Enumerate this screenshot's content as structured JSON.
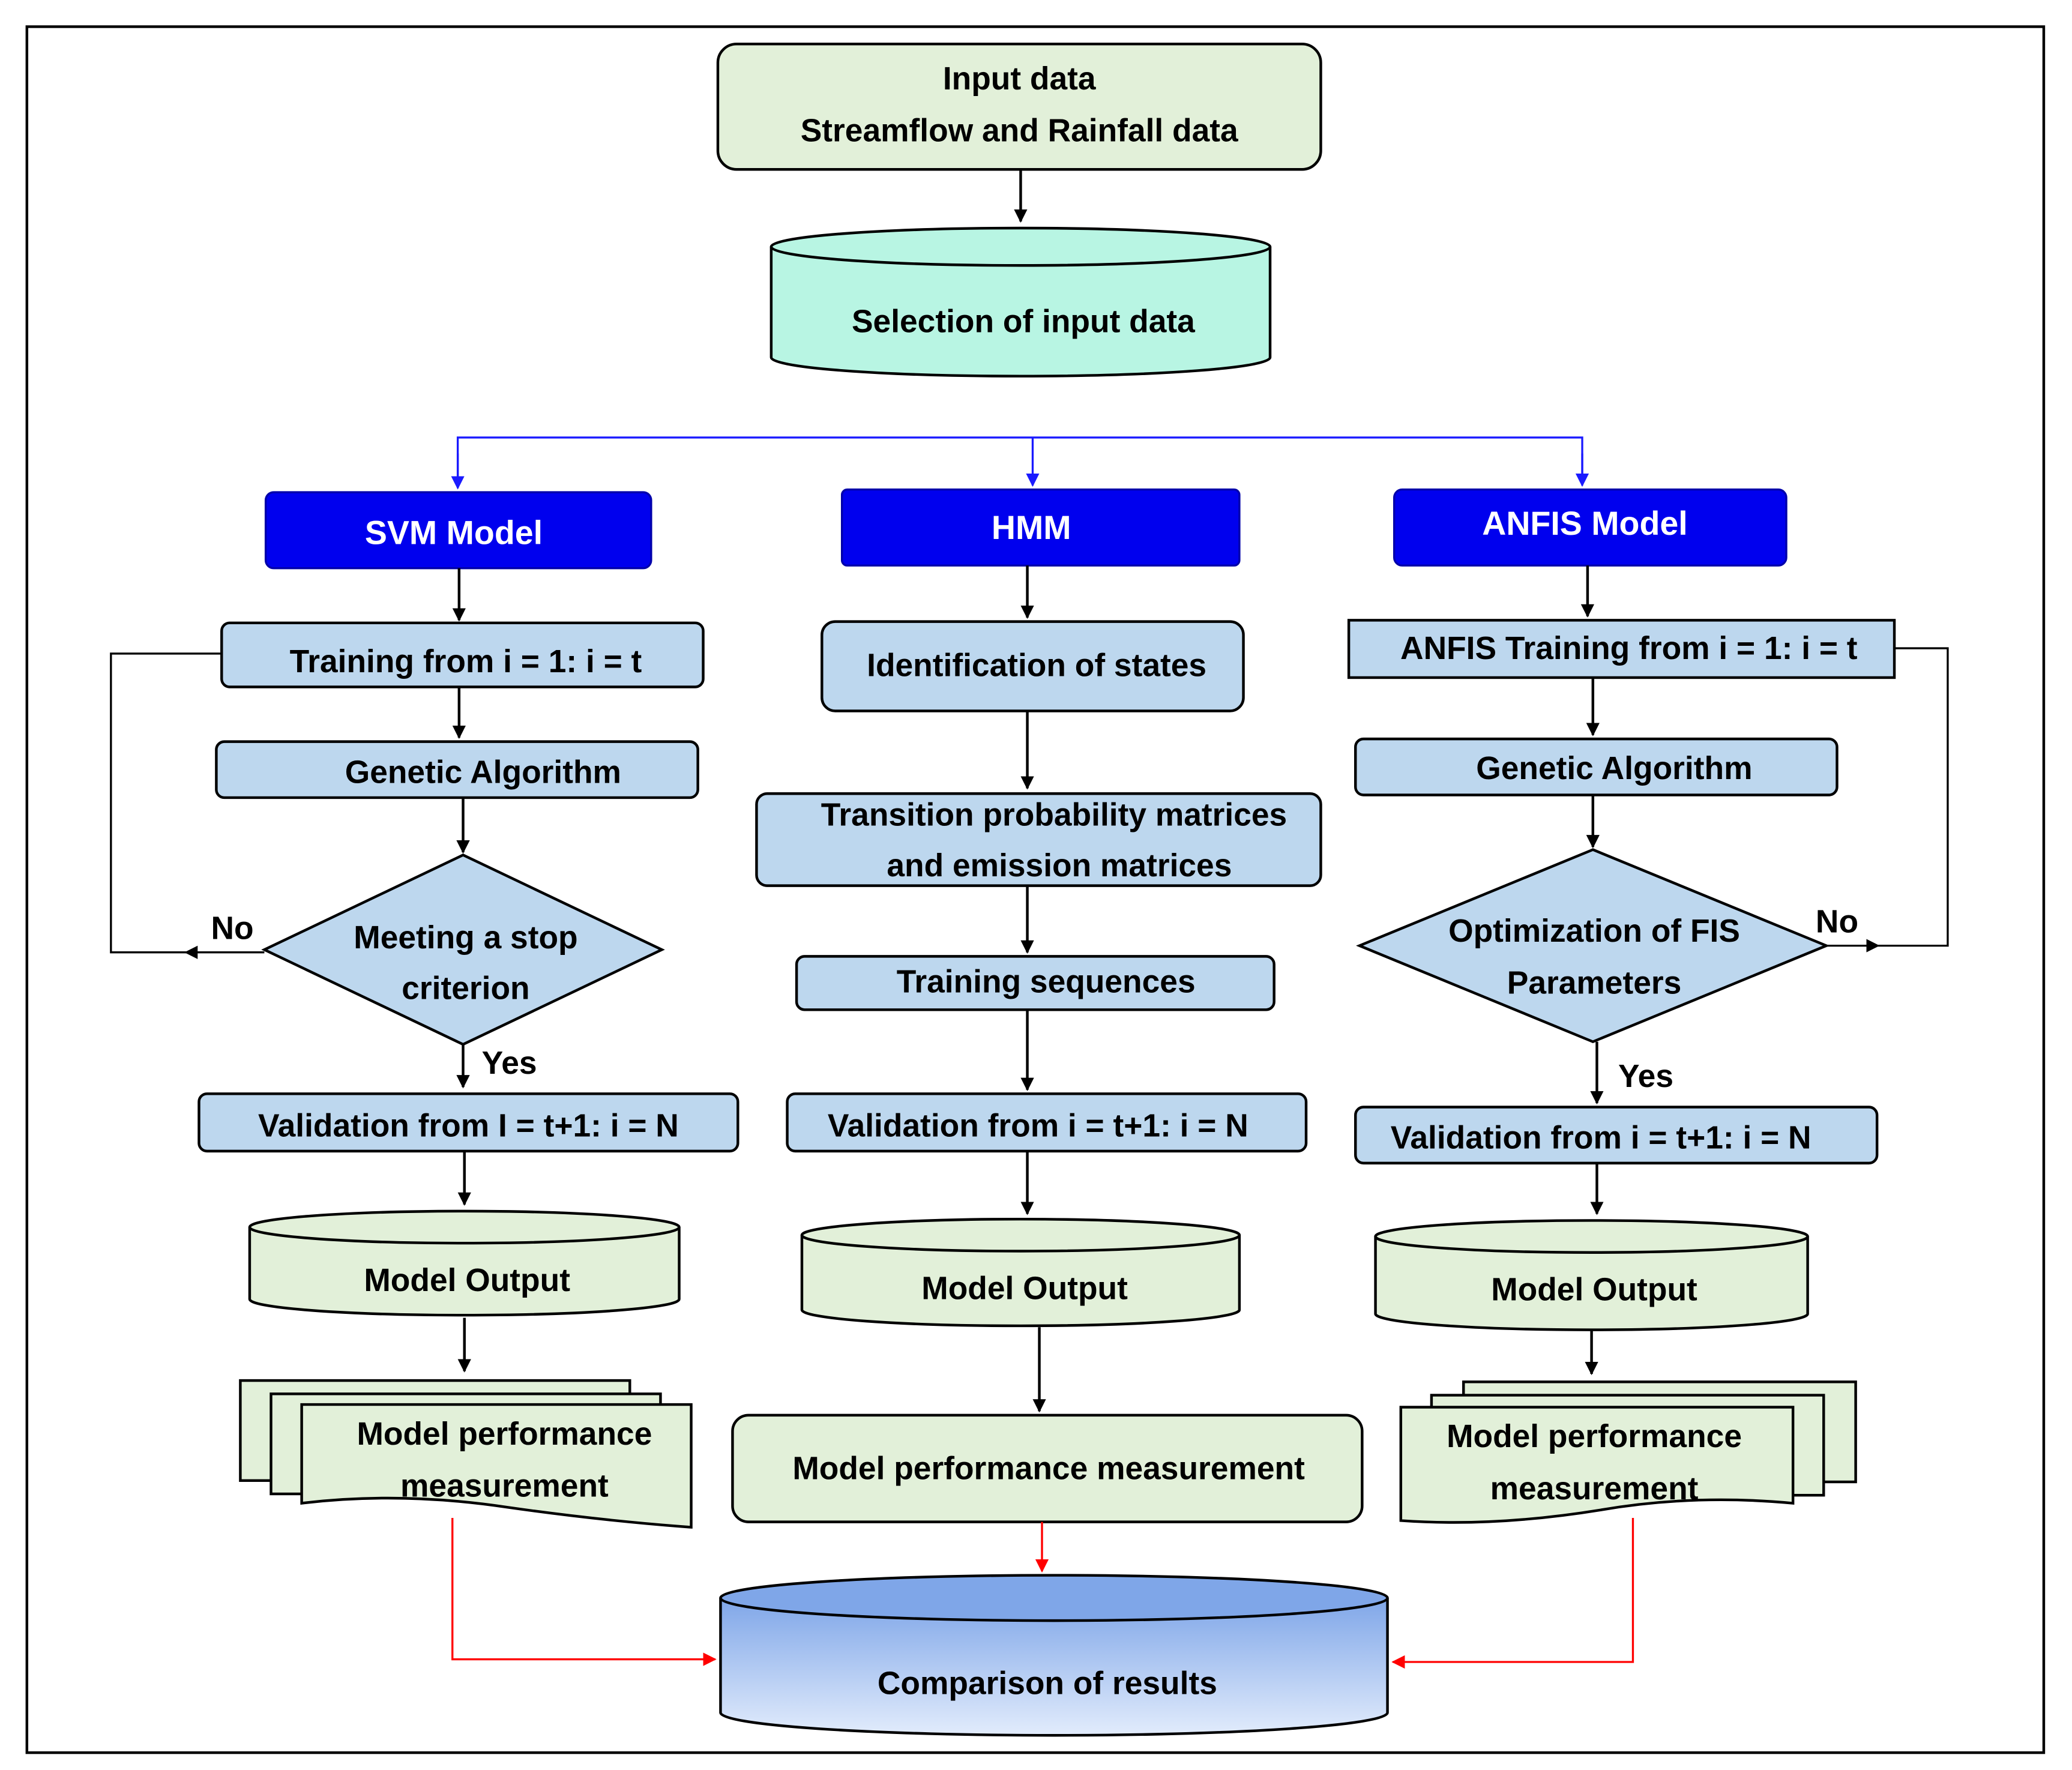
{
  "colors": {
    "light_green": "#e2f0d9",
    "teal": "#b8f5e3",
    "light_blue": "#bdd7ee",
    "header_blue": "#0000ee",
    "blue_line": "#1a1aff",
    "red_line": "#ff0000"
  },
  "input": {
    "line1": "Input data",
    "line2": "Streamflow and Rainfall data"
  },
  "selection": "Selection of input data",
  "svm": {
    "header": "SVM Model",
    "training": "Training from i = 1: i = t",
    "ga": "Genetic Algorithm",
    "decision_line1": "Meeting a stop",
    "decision_line2": "criterion",
    "no": "No",
    "yes": "Yes",
    "validation": "Validation from I = t+1: i = N",
    "output": "Model  Output",
    "perf_line1": "Model performance",
    "perf_line2": "measurement"
  },
  "hmm": {
    "header": "HMM",
    "states": "Identification of states",
    "matrices_line1": "Transition probability matrices",
    "matrices_line2": "and emission matrices",
    "training": "Training sequences",
    "validation": "Validation from i = t+1: i = N",
    "output": "Model Output",
    "perf": "Model performance measurement"
  },
  "anfis": {
    "header": "ANFIS Model",
    "training": "ANFIS Training from i = 1: i = t",
    "ga": "Genetic Algorithm",
    "decision_line1": "Optimization of FIS",
    "decision_line2": "Parameters",
    "no": "No",
    "yes": "Yes",
    "validation": "Validation from i = t+1: i = N",
    "output": "Model  Output",
    "perf_line1": "Model performance",
    "perf_line2": "measurement"
  },
  "comparison": "Comparison of results"
}
